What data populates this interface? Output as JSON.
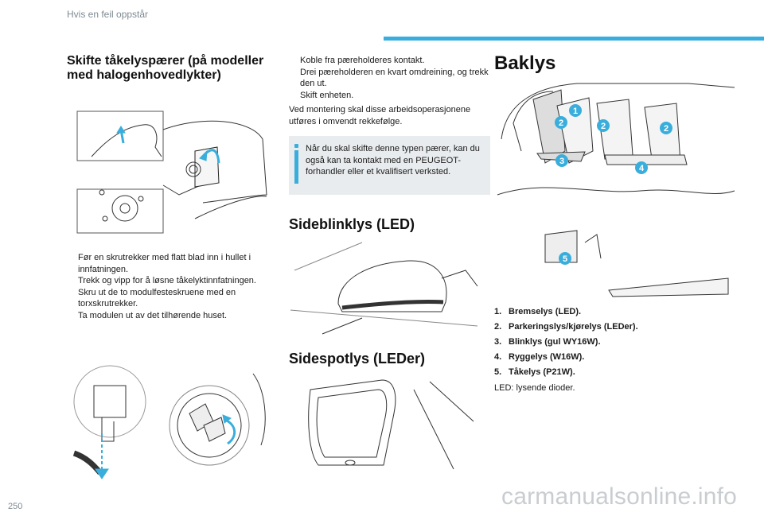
{
  "header": {
    "title": "Hvis en feil oppstår",
    "accent_color": "#39aedc"
  },
  "fog": {
    "title": "Skifte tåkelyspærer (på modeller med halogenhovedlykter)",
    "steps": [
      "Før en skrutrekker med flatt blad inn i hullet i innfatningen.",
      "Trekk og vipp for å løsne tåkelyktinnfatningen.",
      "Skru ut de to modulfesteskruene med en torxskrutrekker.",
      "Ta modulen ut av det tilhørende huset."
    ]
  },
  "middle": {
    "steps": [
      "Koble fra pæreholderes kontakt.",
      "Drei pæreholderen en kvart omdreining, og trekk den ut.",
      "Skift enheten."
    ],
    "paragraph": "Ved montering skal disse arbeidsoperasjonene utføres i omvendt rekkefølge.",
    "note": "Når du skal skifte denne typen pærer, kan du også kan ta kontakt med en PEUGEOT-forhandler eller et kvalifisert verksted.",
    "side_title": "Sideblinklys (LED)",
    "spot_title": "Sidespotlys (LEDer)"
  },
  "rear": {
    "title": "Baklys",
    "callouts": [
      "1",
      "2",
      "2",
      "2",
      "3",
      "4",
      "5"
    ],
    "legend": [
      {
        "num": "1.",
        "text": "Bremselys (LED)."
      },
      {
        "num": "2.",
        "text": "Parkeringslys/kjørelys (LEDer)."
      },
      {
        "num": "3.",
        "text": "Blinklys (gul WY16W)."
      },
      {
        "num": "4.",
        "text": "Ryggelys (W16W)."
      },
      {
        "num": "5.",
        "text": "Tåkelys (P21W)."
      }
    ],
    "led_note": "LED: lysende dioder."
  },
  "bullet_glyph": "",
  "footer": {
    "page_number": "250",
    "watermark": "carmanualsonline.info"
  }
}
